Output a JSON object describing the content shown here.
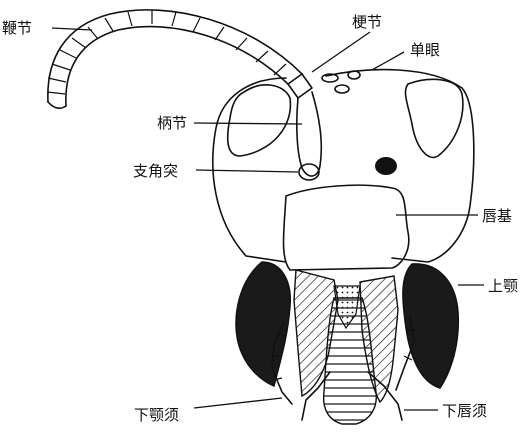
{
  "labels": {
    "flagellum": "鞭节",
    "pedicel": "梗节",
    "ocellus": "单眼",
    "scape": "柄节",
    "antennifer": "支角突",
    "clypeus": "唇基",
    "mandible": "上颚",
    "maxillary_palp": "下颚须",
    "labial_palp": "下唇须"
  },
  "colors": {
    "ink": "#111111",
    "paper": "#ffffff"
  }
}
